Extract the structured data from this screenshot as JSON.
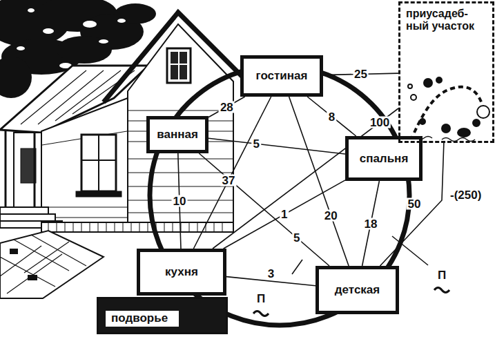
{
  "diagram": {
    "nodes": [
      {
        "text": [
          "гостиная"
        ]
      },
      {
        "text": [
          "ванная"
        ]
      },
      {
        "text": [
          "спальня"
        ]
      },
      {
        "text": [
          "кухня"
        ]
      },
      {
        "text": [
          "детская"
        ]
      },
      {
        "text": [
          "приусадеб- ный участок"
        ]
      },
      {
        "text": [
          "подворье"
        ]
      }
    ],
    "edges": [
      {
        "from": 0,
        "to": 5,
        "arrow": "none",
        "label": "25"
      },
      {
        "from": 3,
        "to": 5,
        "arrow": "none",
        "label": "100"
      },
      {
        "from": 0,
        "to": 1,
        "arrow": "none",
        "label": "28"
      },
      {
        "from": 0,
        "to": 2,
        "arrow": "none",
        "label": "8"
      },
      {
        "from": 1,
        "to": 2,
        "arrow": "none",
        "label": "5"
      },
      {
        "from": 1,
        "to": 3,
        "arrow": "none",
        "label": "10"
      },
      {
        "from": 0,
        "to": 3,
        "arrow": "none",
        "label": "37"
      },
      {
        "from": 3,
        "to": 2,
        "arrow": "none",
        "label": "1"
      },
      {
        "from": 1,
        "to": 4,
        "arrow": "none",
        "label": "5"
      },
      {
        "from": 0,
        "to": 4,
        "arrow": "none",
        "label": "20"
      },
      {
        "from": 2,
        "to": 4,
        "arrow": "none",
        "label": "18"
      },
      {
        "from": 3,
        "to": 4,
        "arrow": "none",
        "label": "3"
      },
      {
        "from": 4,
        "to": 5,
        "arrow": "none",
        "label": "50"
      }
    ],
    "labels": [
      "-(250)",
      "П",
      "П"
    ]
  }
}
